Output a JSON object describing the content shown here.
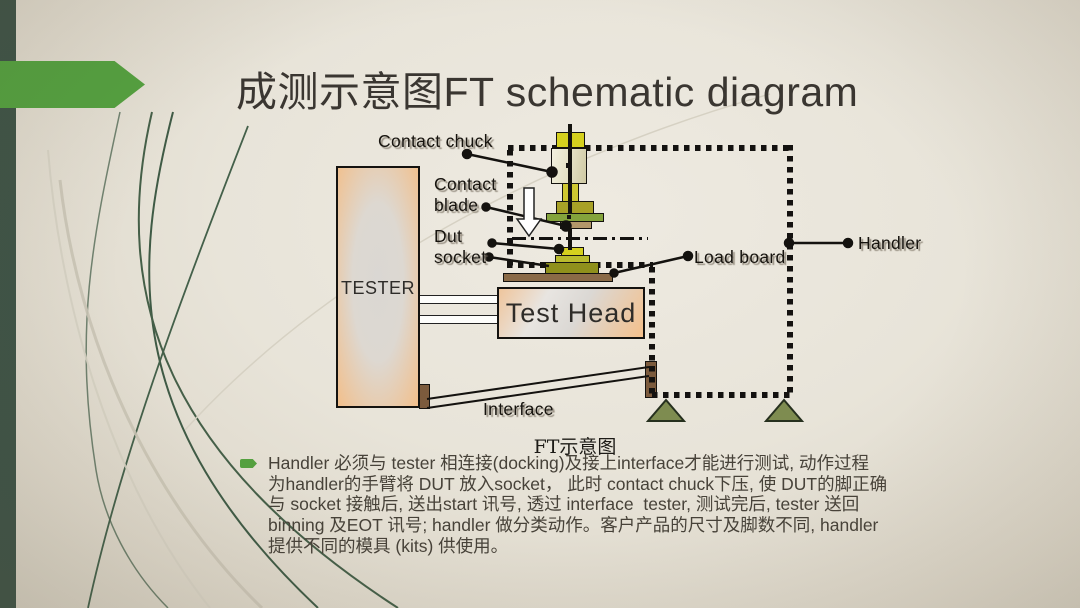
{
  "slide": {
    "title": "成测示意图FT schematic diagram",
    "caption": "FT示意图"
  },
  "diagram": {
    "labels": {
      "contact_chuck": "Contact chuck",
      "contact_blade_line1": "Contact",
      "contact_blade_line2": "blade",
      "dut_socket_line1": "Dut",
      "dut_socket_line2": "socket",
      "load_board": "Load board",
      "handler": "Handler",
      "tester": "TESTER",
      "test_head": "Test Head",
      "interface": "Interface"
    },
    "icons": {
      "bullet": "green-arrow-tag",
      "press_arrow": "hollow-down-arrow",
      "handler_feet": "olive-triangles",
      "handler_outline": "black-dotted-rectangle"
    }
  },
  "bullet": {
    "lines": [
      "Handler 必须与 tester 相连接(docking)及接上interface才能进行测试, 动作过程",
      "为handler的手臂将 DUT 放入socket， 此时 contact chuck下压, 使 DUT的脚正确",
      "与 socket 接触后, 送出start 讯号, 透过 interface  tester, 测试完后, tester 送回",
      "binning 及EOT 讯号; handler 做分类动作。客户产品的尺寸及脚数不同, handler",
      "提供不同的模具 (kits) 供使用。"
    ]
  },
  "colors": {
    "accent_green": "#54a03f",
    "sidebar_green": "#3e5346",
    "background_beige": "#e8e4d9",
    "machine_yellow": "#d5d01e",
    "machine_olive": "#a8a127",
    "machine_green": "#84a33c",
    "board_brown": "#8a6a47",
    "gradient_peach": "#f2bf8b",
    "title_gray": "#3a3631"
  }
}
